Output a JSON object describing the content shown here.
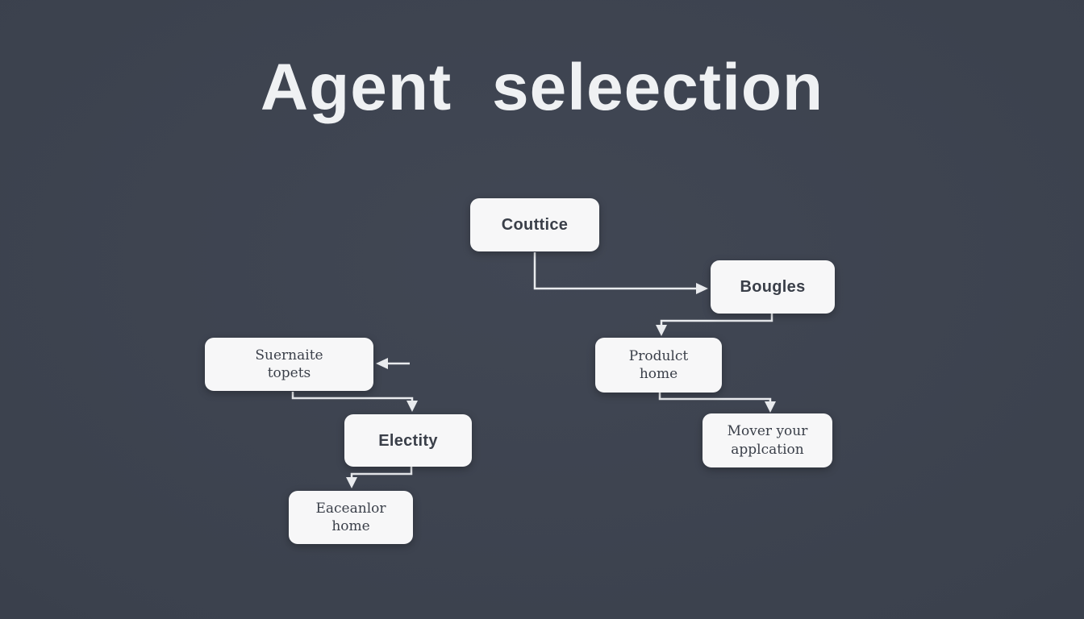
{
  "title": "Agent seleection",
  "colors": {
    "background": "#3b414d",
    "box_fill": "#f7f7f8",
    "box_text": "#3a3f49",
    "line": "#e9ebee",
    "title_text": "#eff1f3"
  },
  "nodes": {
    "couttice": {
      "line1": "Couttice"
    },
    "bougles": {
      "line1": "Bougles"
    },
    "product_home": {
      "line1": "Produlct",
      "line2": "home"
    },
    "mover_application": {
      "line1": "Mover your",
      "line2": "applcation"
    },
    "suernaite_topets": {
      "line1": "Suernaite",
      "line2": "topets"
    },
    "electity": {
      "line1": "Electity"
    },
    "eaceanlor_home": {
      "line1": "Eaceanlor",
      "line2": "home"
    }
  },
  "edges": [
    {
      "from": "couttice",
      "to": "bougles"
    },
    {
      "from": "bougles",
      "to": "product_home"
    },
    {
      "from": "product_home",
      "to": "mover_application"
    },
    {
      "from": "offscreen-right",
      "to": "suernaite_topets"
    },
    {
      "from": "suernaite_topets",
      "to": "electity"
    },
    {
      "from": "electity",
      "to": "eaceanlor_home"
    }
  ]
}
